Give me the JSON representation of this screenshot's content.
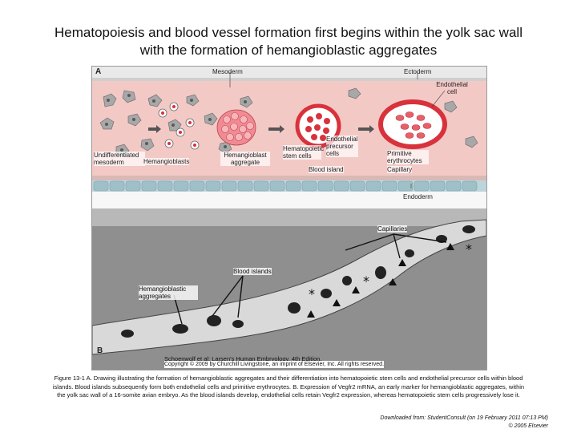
{
  "slide": {
    "title_line1": "Hematopoiesis and blood vessel formation first begins within the yolk sac wall",
    "title_line2": "with the formation of hemangioblastic aggregates"
  },
  "figure": {
    "panel_a": {
      "letter": "A",
      "labels": {
        "mesoderm": "Mesoderm",
        "ectoderm": "Ectoderm",
        "endothelial_cell": "Endothelial cell",
        "undifferentiated_mesoderm": "Undifferentiated mesoderm",
        "hemangioblasts": "Hemangioblasts",
        "hemangioblast_aggregate": "Hemangioblast aggregate",
        "hematopoietic_stem_cells": "Hematopoietic stem cells",
        "endothelial_precursor_cells": "Endothelial precursor cells",
        "blood_island": "Blood island",
        "primitive_erythrocytes": "Primitive erythrocytes",
        "capillary": "Capillary",
        "endoderm": "Endoderm"
      },
      "copyright": "Copyright © 2009 by Churchill Livingstone, an imprint of Elsevier, Inc. All rights reserved."
    },
    "panel_b": {
      "letter": "B",
      "labels": {
        "capillaries": "Capillaries",
        "blood_islands": "Blood islands",
        "hemangioblastic_aggregates": "Hemangioblastic aggregates"
      },
      "credit": "Schoenwolf et al: Larsen's Human Embryology, 4th Edition."
    },
    "colors": {
      "mesoderm_band": "#f3c9c6",
      "endoderm_band": "#bcd5da",
      "cell_red": "#d8323c",
      "cell_pink": "#f08a93",
      "cell_gray": "#a8a8a8",
      "micrograph_bg": "#8f8f8f"
    }
  },
  "caption": {
    "text": "Figure 13-1 A. Drawing illustrating the formation of hemangioblastic aggregates and their differentiation into hematopoietic stem cells and endothelial precursor cells within blood islands. Blood islands subsequently form both endothelial cells and primitive erythrocytes. B. Expression of Vegfr2 mRNA, an early marker for hemangioblastic aggregates, within the yolk sac wall of a 16-somite avian embryo. As the blood islands develop, endothelial cells retain Vegfr2 expression, whereas hematopoietic stem cells progressively lose it."
  },
  "source": {
    "line1": "Downloaded from: StudentConsult (on 19 February 2011 07:13 PM)",
    "line2": "© 2005 Elsevier"
  }
}
